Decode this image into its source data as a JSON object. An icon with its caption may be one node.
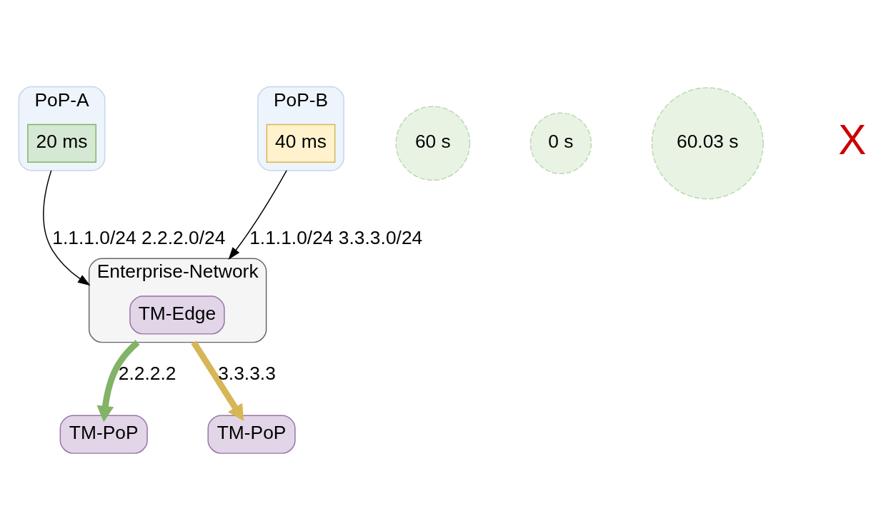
{
  "diagram": {
    "nodes": [
      {
        "text": [
          "PoP-A"
        ]
      },
      {
        "text": [
          "20 ms"
        ],
        "in": 0
      },
      {
        "text": [
          "PoP-B"
        ]
      },
      {
        "text": [
          "40 ms"
        ],
        "in": 2
      },
      {
        "text": [
          "TM-PoP"
        ]
      },
      {
        "text": [
          "TM-PoP"
        ]
      },
      {
        "text": [
          "60 s"
        ]
      },
      {
        "text": [
          "0 s"
        ]
      },
      {
        "text": [
          "Enterprise-Network"
        ]
      },
      {
        "text": [
          "TM-Edge"
        ],
        "in": 8
      },
      {
        "text": [
          "60.03 s"
        ]
      }
    ],
    "edges": [
      {
        "from": 0,
        "to": 8,
        "arrow": "to",
        "label": "1.1.1.0/24 2.2.2.0/24"
      },
      {
        "from": 2,
        "to": 8,
        "arrow": "to",
        "label": "1.1.1.0/24 3.3.3.0/24"
      },
      {
        "from": 8,
        "to": 4,
        "arrow": "to",
        "label": "2.2.2.2",
        "style": "thick",
        "color": "#82b366"
      },
      {
        "from": 8,
        "to": 5,
        "arrow": "to",
        "label": "3.3.3.3",
        "style": "thick",
        "color": "#d6b656"
      }
    ],
    "labels": [
      "X"
    ]
  }
}
